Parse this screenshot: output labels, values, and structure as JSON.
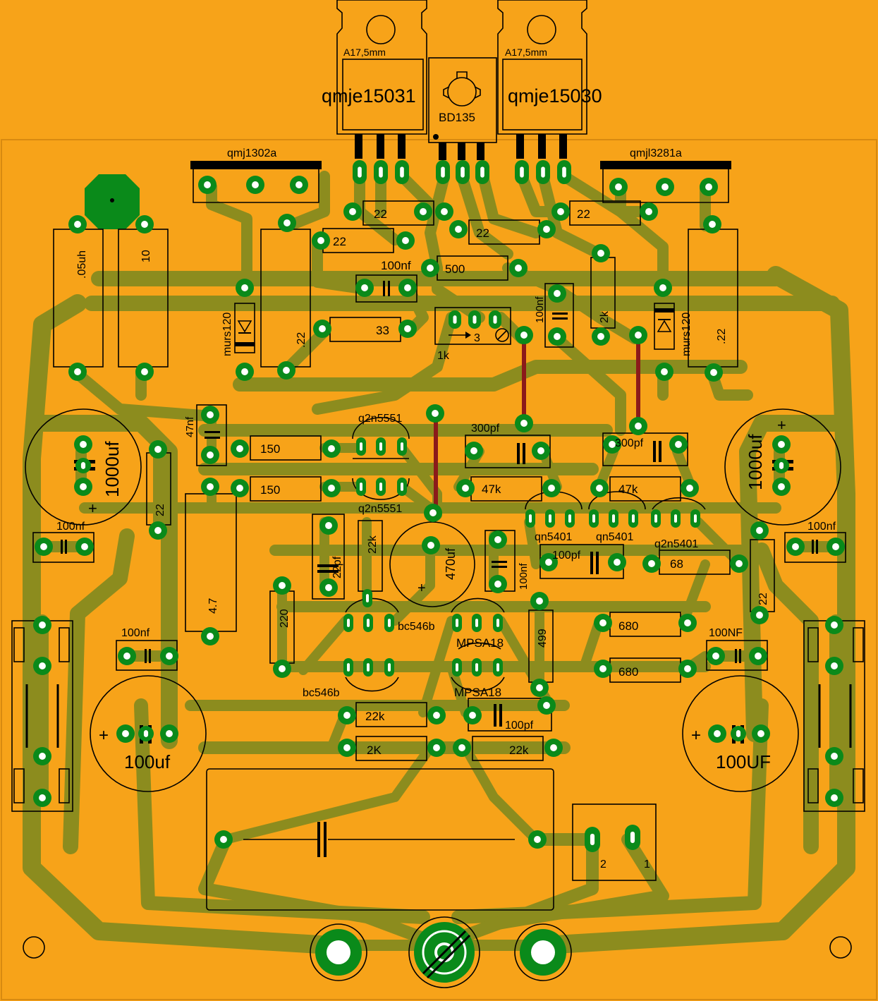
{
  "colors": {
    "board": "#f7a319",
    "trace": "#8c8c1e",
    "pad": "#0a8a1a",
    "silk": "#000000",
    "jumper": "#8b1a1a"
  },
  "transistors_top": {
    "left": {
      "part": "qmje15031",
      "mount": "A17,5mm"
    },
    "center": {
      "part": "BD135"
    },
    "right": {
      "part": "qmje15030",
      "mount": "A17,5mm"
    }
  },
  "power_devices": {
    "left": "qmj1302a",
    "right": "qmjl3281a"
  },
  "labels": {
    "l_05uh": ".05uh",
    "l_10": "10",
    "l_murs_l": "murs120",
    "l_murs_r": "murs120",
    "l_022_l": ".22",
    "l_022_r": ".22",
    "r22_a": "22",
    "r22_b": "22",
    "r22_c": "22",
    "r22_d": "22",
    "c100nf_top": "100nf",
    "r500": "500",
    "r33": "33",
    "pot_1k": "1k",
    "pot_3": "3",
    "c100nf_mid": "100nf",
    "r2k_top": "2k",
    "c47nf": "47nf",
    "r150_a": "150",
    "r150_b": "150",
    "q2n5551_a": "q2n5551",
    "q2n5551_b": "q2n5551",
    "c300pf_a": "300pf",
    "c300pf_b": "300pf",
    "r47k_a": "47k",
    "r47k_b": "47k",
    "c1000uf_l": "1000uf",
    "c1000uf_r": "1000uf",
    "r22_vert_l": "22",
    "r22_vert_r": "22",
    "c100nf_l": "100nf",
    "c100nf_r": "100nf",
    "qn5401_a": "qn5401",
    "qn5401_b": "qn5401",
    "q2n5401": "q2n5401",
    "c100pf_mid": "100pf",
    "r68": "68",
    "c22pf": "22pf",
    "r22k_vert": "22k",
    "c470uf": "470uf",
    "c100nf_v": "100nf",
    "r4_7": "4.7",
    "r220": "220",
    "bc546b_a": "bc546b",
    "bc546b_b": "bc546b",
    "mpsa18_a": "MPSA18",
    "mpsa18_b": "MPSA18",
    "r499": "499",
    "r680_a": "680",
    "r680_b": "680",
    "c100nf_bl": "100nf",
    "c100NF_br": "100NF",
    "c100uf": "100uf",
    "c100UF": "100UF",
    "r22k_b": "22k",
    "r2K_b": "2K",
    "c100pf_b": "100pf",
    "r22k_c": "22k",
    "conn_2": "2",
    "conn_1": "1",
    "plus": "+"
  }
}
